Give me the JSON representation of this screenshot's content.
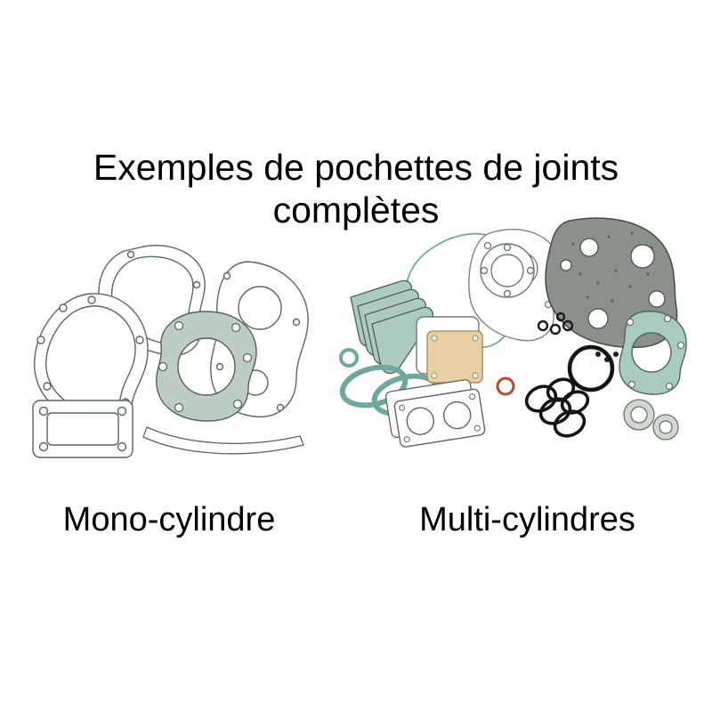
{
  "title": {
    "line1": "Exemples de pochettes de joints",
    "line2": "complètes"
  },
  "figures": {
    "left": {
      "label": "Mono-cylindre",
      "alt": "complete gasket kit for single-cylinder engine, line drawing of overlapping paper gaskets with bolt holes and one sage-green head gasket"
    },
    "right": {
      "label": "Multi-cylindres",
      "alt": "complete gasket kit for multi-cylinder engine, many teal gaskets, black o-rings, tan paper gasket and dark crankcase gasket"
    }
  },
  "colors": {
    "background": "#ffffff",
    "text": "#000000",
    "outline_gray": "#5c675e",
    "sage_fill": "#bccdc2",
    "teal_stroke": "#6fa89d",
    "teal_fill": "#abcac0",
    "dark_gasket": "#8a918a",
    "black_oring": "#141414",
    "tan_gasket": "#e9cfa5",
    "orange_oring": "#b54a2d",
    "gray_ring": "#d2d7d2"
  }
}
